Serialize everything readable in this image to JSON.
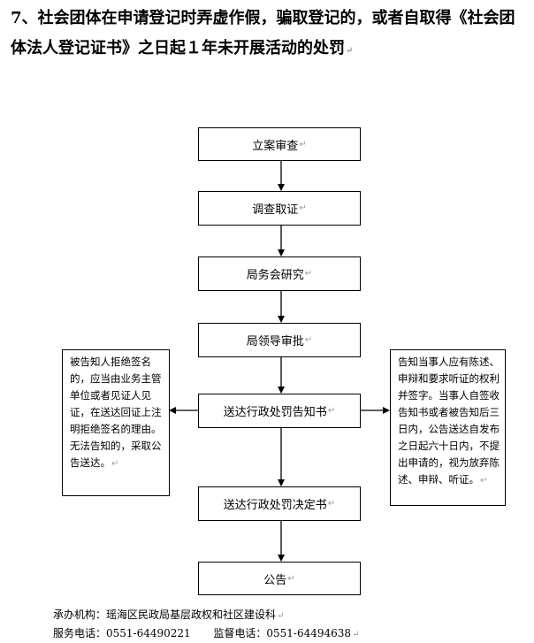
{
  "title": "7、社会团体在申请登记时弄虚作假，骗取登记的，或者自取得《社会团体法人登记证书》之日起１年未开展活动的处罚",
  "paragraph_mark": "↵",
  "steps": [
    "立案审查",
    "调查取证",
    "局务会研究",
    "局领导审批",
    "送达行政处罚告知书",
    "送达行政处罚决定书",
    "公告"
  ],
  "left_note": "被告知人拒绝签名的，应当由业务主管单位或者见证人见证，在送达回证上注明拒绝签名的理由。无法告知的，采取公告送达。",
  "right_note": "告知当事人应有陈述、申辩和要求听证的权利并签字。当事人自签收告知书或者被告知后三日内，公告送达自发布之日起六十日内，不提出申请的，视为放弃陈述、申辩、听证。",
  "footer": {
    "org_label": "承办机构：",
    "org": "瑶海区民政局基层政权和社区建设科",
    "service_label": "服务电话：",
    "service_phone": "0551-64490221",
    "supervise_label": "监督电话：",
    "supervise_phone": "0551-64494638"
  }
}
